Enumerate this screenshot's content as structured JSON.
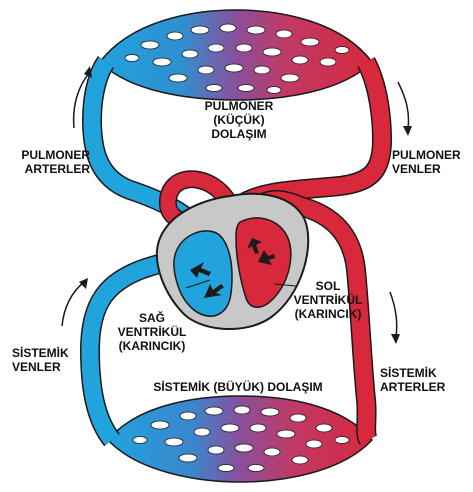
{
  "colors": {
    "arterial": "#d8283c",
    "venous": "#21a3dc",
    "capillary_mix": "#8a4f9c",
    "heart_wall": "#c8c8c8",
    "outline": "#1a1a1a"
  },
  "labels": {
    "pulmonary_circulation": [
      "PULMONER",
      "(KÜÇÜK)",
      "DOLAŞIM"
    ],
    "pulmonary_arteries": [
      "PULMONER",
      "ARTERLER"
    ],
    "pulmonary_veins": [
      "PULMONER",
      "VENLER"
    ],
    "left_ventricle": [
      "SOL",
      "VENTRİKÜL",
      "(KARINCIK)"
    ],
    "right_ventricle": [
      "SAĞ",
      "VENTRİKÜL",
      "(KARINCIK)"
    ],
    "systemic_veins": [
      "SİSTEMİK",
      "VENLER"
    ],
    "systemic_arteries": [
      "SİSTEMİK",
      "ARTERLER"
    ],
    "systemic_circulation": "SİSTEMİK (BÜYÜK) DOLAŞIM"
  },
  "icons": {
    "flow_arrow": "curved-arrow-icon"
  }
}
